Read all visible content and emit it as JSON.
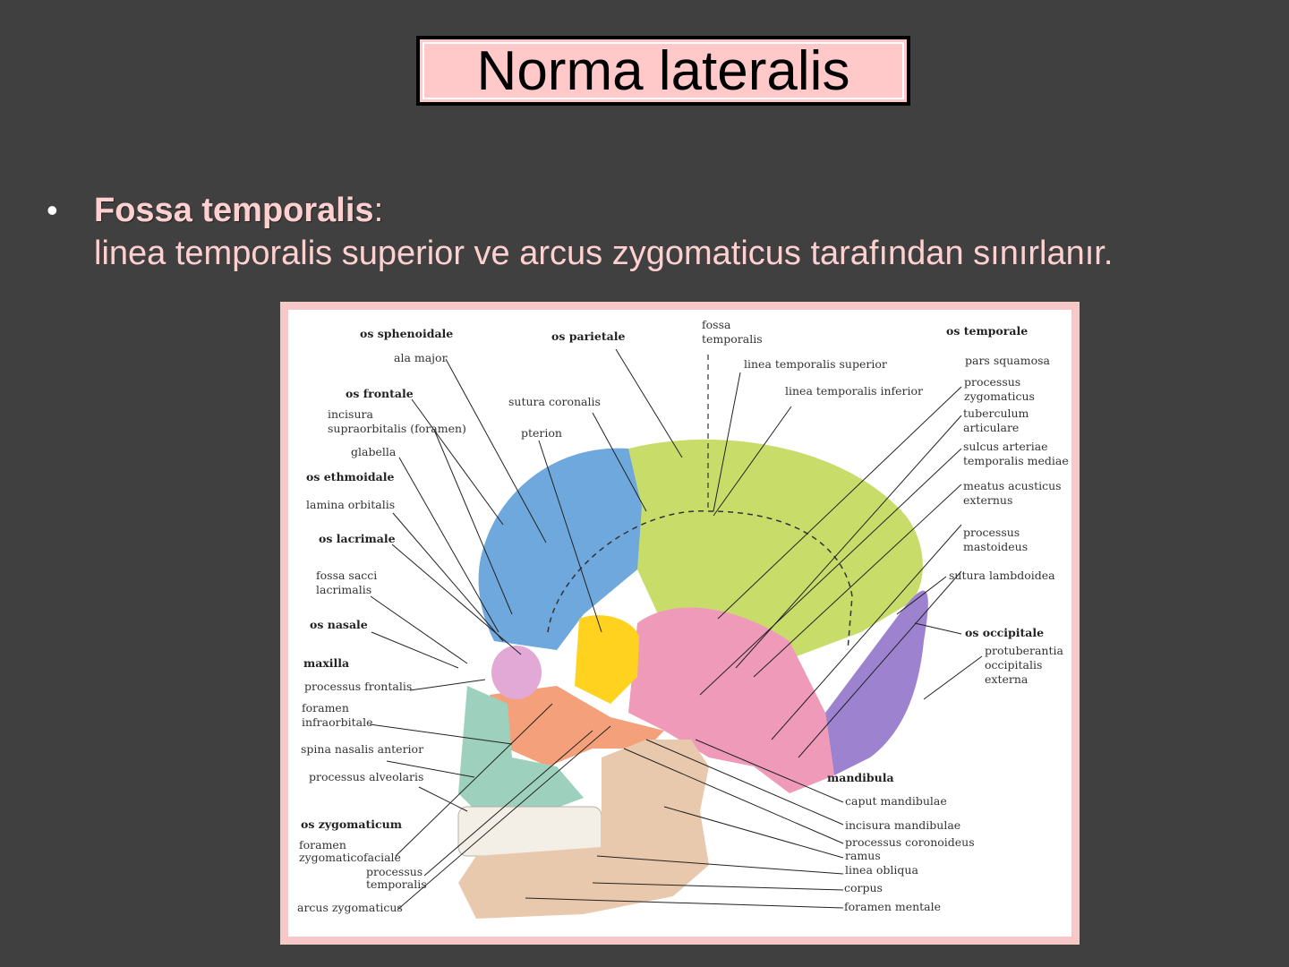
{
  "slide": {
    "title": "Norma lateralis",
    "bullet_symbol": "•",
    "term": "Fossa temporalis",
    "term_suffix": ":",
    "description": "linea temporalis superior ve arcus zygomaticus tarafından sınırlanır."
  },
  "figure": {
    "labels": {
      "os_sphenoidale": "os sphenoidale",
      "ala_major": "ala major",
      "os_frontale": "os frontale",
      "incisura_1": "incisura",
      "incisura_2": "supraorbitalis (foramen)",
      "glabella": "glabella",
      "os_ethmoidale": "os ethmoidale",
      "lamina_orbitalis": "lamina orbitalis",
      "os_lacrimale": "os lacrimale",
      "fossa_sacci_1": "fossa sacci",
      "fossa_sacci_2": "lacrimalis",
      "os_nasale": "os nasale",
      "maxilla": "maxilla",
      "processus_frontalis": "processus frontalis",
      "foramen_infra_1": "foramen",
      "foramen_infra_2": "infraorbitale",
      "spina_nasalis": "spina nasalis anterior",
      "processus_alveolaris": "processus alveolaris",
      "os_zygomaticum": "os zygomaticum",
      "foramen_zyg_1": "foramen",
      "foramen_zyg_2": "zygomaticofaciale",
      "proc_temporalis_1": "processus",
      "proc_temporalis_2": "temporalis",
      "arcus_zygomaticus": "arcus zygomaticus",
      "os_parietale": "os parietale",
      "sutura_coronalis": "sutura coronalis",
      "pterion": "pterion",
      "fossa_temporalis_1": "fossa",
      "fossa_temporalis_2": "temporalis",
      "linea_sup": "linea temporalis superior",
      "linea_inf": "linea temporalis  inferior",
      "os_temporale": "os temporale",
      "pars_squamosa": "pars squamosa",
      "proc_zyg_1": "processus",
      "proc_zyg_2": "zygomaticus",
      "tuberculum_1": "tuberculum",
      "tuberculum_2": "articulare",
      "sulcus_1": "sulcus arteriae",
      "sulcus_2": "temporalis mediae",
      "meatus_1": "meatus acusticus",
      "meatus_2": "externus",
      "mastoideus_1": "processus",
      "mastoideus_2": "mastoideus",
      "sutura_lambdoidea": "sutura lambdoidea",
      "os_occipitale": "os occipitale",
      "protuberantia_1": "protuberantia",
      "protuberantia_2": "occipitalis",
      "protuberantia_3": "externa",
      "mandibula": "mandibula",
      "caput_mandibulae": "caput  mandibulae",
      "incisura_mandibulae": "incisura mandibulae",
      "proc_coronoideus": "processus coronoideus",
      "ramus": "ramus",
      "linea_obliqua": "linea obliqua",
      "corpus": "corpus",
      "foramen_mentale": "foramen mentale"
    },
    "colors": {
      "frame": "#f7c8c8",
      "frontale": "#6fa8dc",
      "parietale": "#c8dc6a",
      "temporale": "#ee9ab8",
      "sphenoidale": "#ffd21f",
      "zygomaticum": "#f4a07a",
      "maxilla": "#9ed1bd",
      "mandibula": "#e9c9ad",
      "occipitale": "#9c82cf"
    }
  }
}
